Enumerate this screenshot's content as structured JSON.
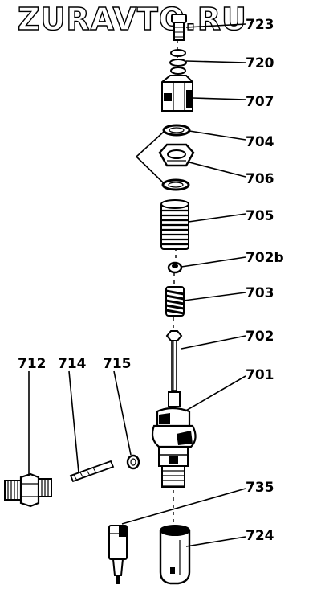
{
  "watermark": "ZURAVTO.RU",
  "labels": {
    "p723": "723",
    "p720": "720",
    "p707": "707",
    "p704": "704",
    "p706": "706",
    "p705": "705",
    "p702b": "702b",
    "p703": "703",
    "p702": "702",
    "p701": "701",
    "p712": "712",
    "p714": "714",
    "p715": "715",
    "p735": "735",
    "p724": "724"
  }
}
